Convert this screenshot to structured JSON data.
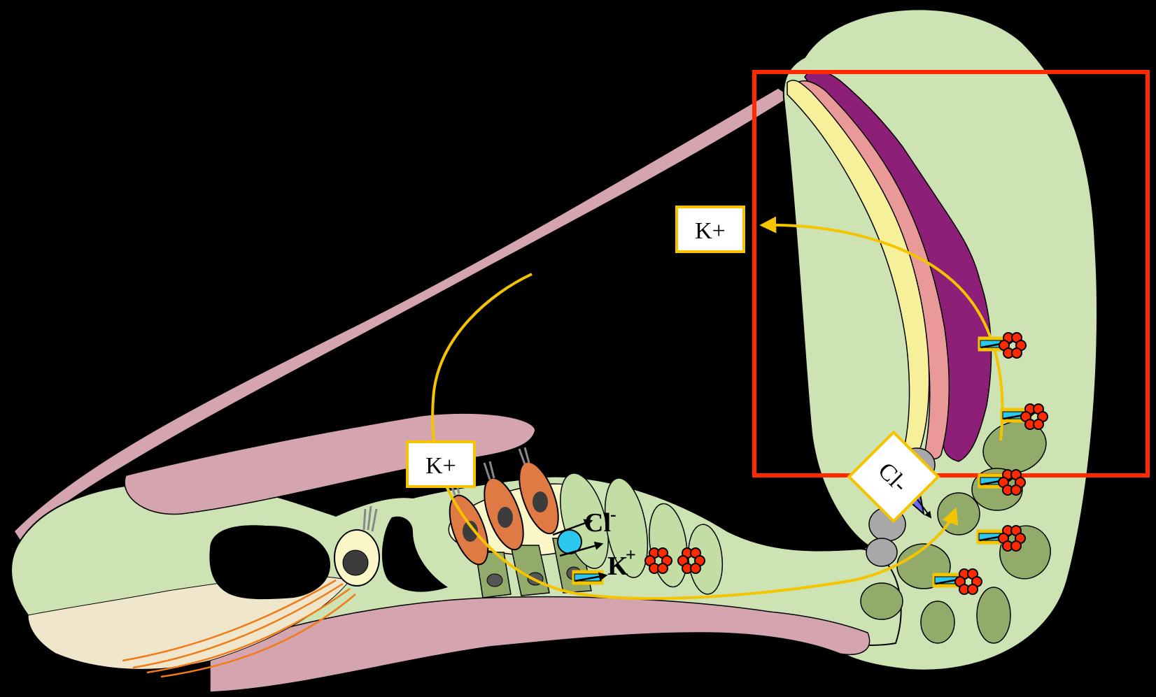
{
  "labels": {
    "k_plus_box_upper": "K+",
    "k_plus_box_lower": "K+",
    "cl_minus_box": "Cl-",
    "cl_ion": "Cl",
    "cl_ion_charge": "-",
    "k_ion": "K",
    "k_ion_charge": "+"
  },
  "colors": {
    "background": "#000000",
    "tissue_green": "#cde3b4",
    "cell_dark_green": "#93ab6a",
    "membrane_pink": "#d4a5ae",
    "yellow_band": "#f6f09a",
    "salmon_band": "#e99a98",
    "purple_band": "#8e1f78",
    "hair_cell_orange": "#e07a45",
    "highlight_red": "#ff2a00",
    "flow_arrow": "#f5c400",
    "channel_blue": "#2cc7ee",
    "ion_red": "#ff2a00",
    "gray_cell": "#a8a8a8",
    "cream_cell": "#fbf6c8",
    "nerve_beige": "#efe6cc",
    "nerve_fiber": "#f07b17"
  },
  "icons": {
    "channel": "potassium-channel-icon",
    "pump": "ion-pump-icon",
    "cotransporter": "cotransporter-circle-icon"
  }
}
